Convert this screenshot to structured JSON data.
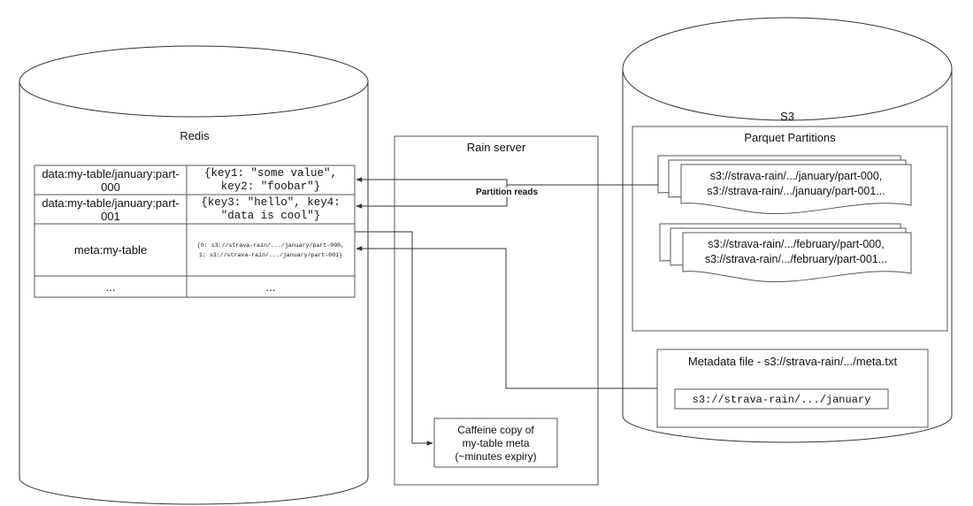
{
  "redis": {
    "title": "Redis",
    "rows": [
      {
        "key": "data:my-table/january:part-000",
        "value": "{key1: \"some value\",\nkey2: \"foobar\"}"
      },
      {
        "key": "data:my-table/january:part-001",
        "value": "{key3: \"hello\", key4:\n\"data is cool\"}"
      },
      {
        "key": "meta:my-table",
        "value": "{0: s3://strava-rain/.../january/part-000,\n1: s3://strava-rain/.../january/part-001}"
      },
      {
        "key": "...",
        "value": "..."
      }
    ]
  },
  "rain_server": {
    "title": "Rain server",
    "partition_reads": "Partition reads",
    "caffeine": "Caffeine copy of\nmy-table meta\n(~minutes expiry)"
  },
  "s3": {
    "title": "S3",
    "parquet_title": "Parquet Partitions",
    "january_doc": "s3://strava-rain/.../january/part-000,\ns3://strava-rain/.../january/part-001...",
    "february_doc": "s3://strava-rain/.../february/part-000,\ns3://strava-rain/.../february/part-001...",
    "metadata_title": "Metadata file - s3://strava-rain/.../meta.txt",
    "metadata_value": "s3://strava-rain/.../january"
  }
}
